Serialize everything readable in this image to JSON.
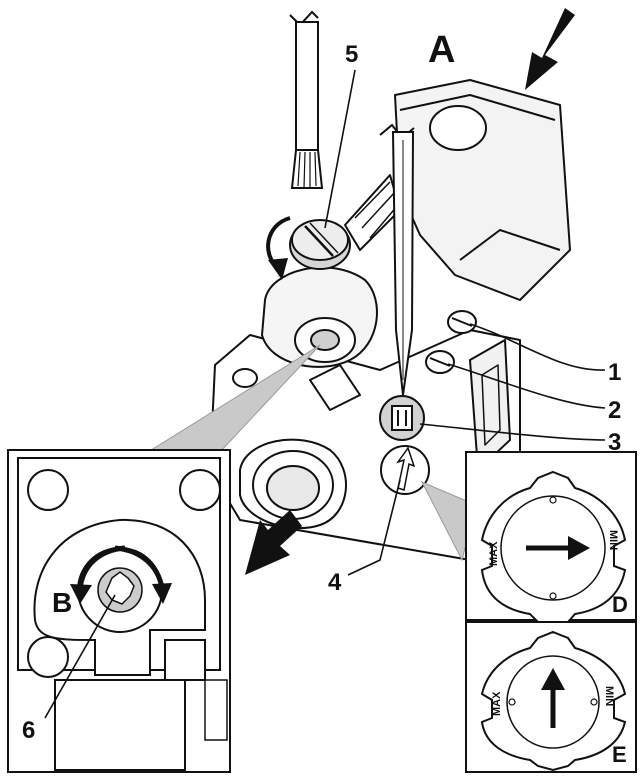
{
  "labels": {
    "A": "A",
    "B": "B",
    "D": "D",
    "E": "E",
    "n1": "1",
    "n2": "2",
    "n3": "3",
    "n4": "4",
    "n5": "5",
    "n6": "6"
  },
  "dial_d": {
    "max": "MAX",
    "min": "MIN"
  },
  "dial_e": {
    "max": "MAX",
    "min": "MIN"
  },
  "colors": {
    "ink": "#111111",
    "shade": "#c9c9c9",
    "light": "#e6e6e6",
    "paper": "#ffffff"
  }
}
